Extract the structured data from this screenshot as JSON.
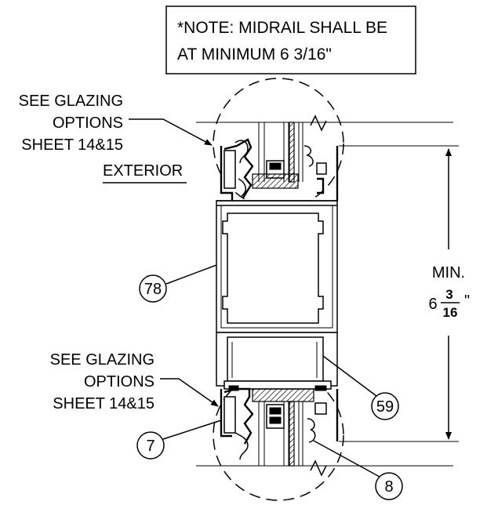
{
  "note": {
    "line1": "*NOTE: MIDRAIL SHALL BE",
    "line2": "AT MINIMUM 6 3/16\""
  },
  "glazing_top": {
    "line1": "SEE GLAZING",
    "line2": "OPTIONS",
    "line3": "SHEET 14&15"
  },
  "glazing_bottom": {
    "line1": "SEE GLAZING",
    "line2": "OPTIONS",
    "line3": "SHEET 14&15"
  },
  "exterior_label": "EXTERIOR",
  "dimension": {
    "prefix": "MIN.",
    "whole": "6",
    "numerator": "3",
    "denominator": "16",
    "unit": "\""
  },
  "callouts": {
    "c78": "78",
    "c59": "59",
    "c7": "7",
    "c8": "8"
  }
}
